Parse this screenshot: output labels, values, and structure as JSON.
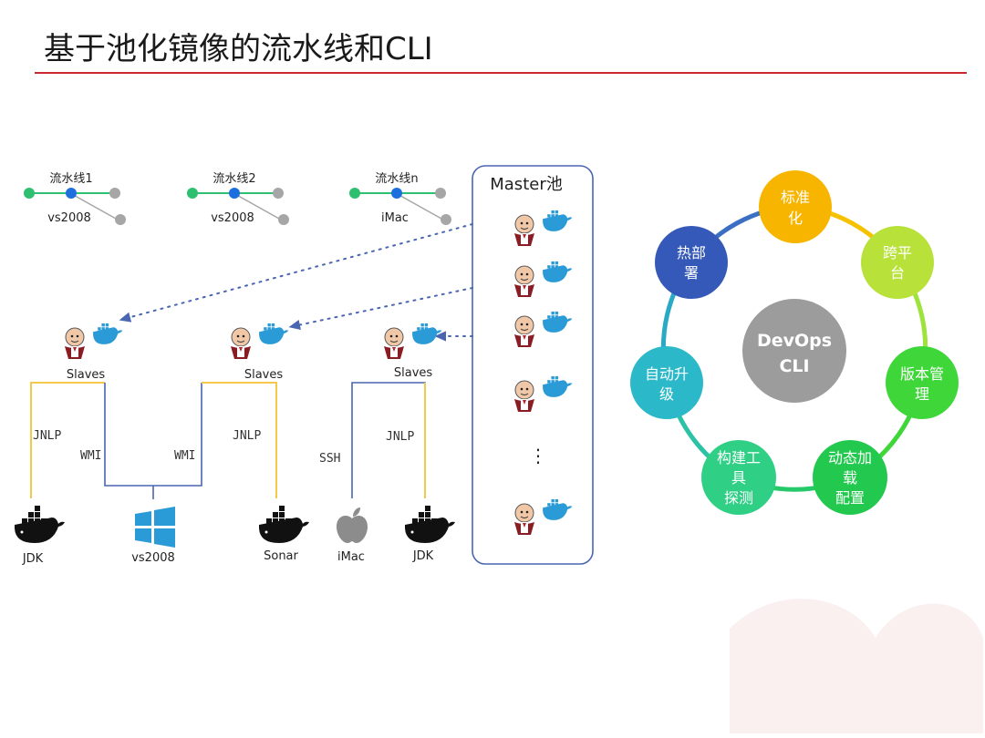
{
  "title": "基于池化镜像的流水线和CLI",
  "pipelines": [
    {
      "name": "流水线1",
      "label": "vs2008"
    },
    {
      "name": "流水线2",
      "label": "vs2008"
    },
    {
      "name": "流水线n",
      "label": "iMac"
    }
  ],
  "master_pool": {
    "label": "Master池",
    "ellipsis": "⋮"
  },
  "slaves_label": "Slaves",
  "connections": {
    "jnlp": "JNLP",
    "wmi": "WMI",
    "ssh": "SSH"
  },
  "targets": [
    "JDK",
    "vs2008",
    "Sonar",
    "iMac",
    "JDK"
  ],
  "cli": {
    "center": [
      "DevOps",
      "CLI"
    ],
    "nodes": [
      {
        "lines": [
          "标准",
          "化"
        ],
        "color": "#f7b500"
      },
      {
        "lines": [
          "跨平",
          "台"
        ],
        "color": "#b8e23a"
      },
      {
        "lines": [
          "版本管",
          "理"
        ],
        "color": "#3fd63a"
      },
      {
        "lines": [
          "动态加",
          "载",
          "配置"
        ],
        "color": "#22c94e"
      },
      {
        "lines": [
          "构建工",
          "具",
          "探测"
        ],
        "color": "#2fcf86"
      },
      {
        "lines": [
          "自动升",
          "级"
        ],
        "color": "#2bb9c9"
      },
      {
        "lines": [
          "热部",
          "署"
        ],
        "color": "#3559b8"
      }
    ]
  },
  "colors": {
    "accent_red": "#c8282e",
    "line_blue": "#4a66b0",
    "line_yellow": "#f4c84a",
    "dot_green": "#2fbf71",
    "dot_blue": "#1d6fe0",
    "dot_gray": "#a6a6a6",
    "center_gray": "#9c9c9c"
  }
}
